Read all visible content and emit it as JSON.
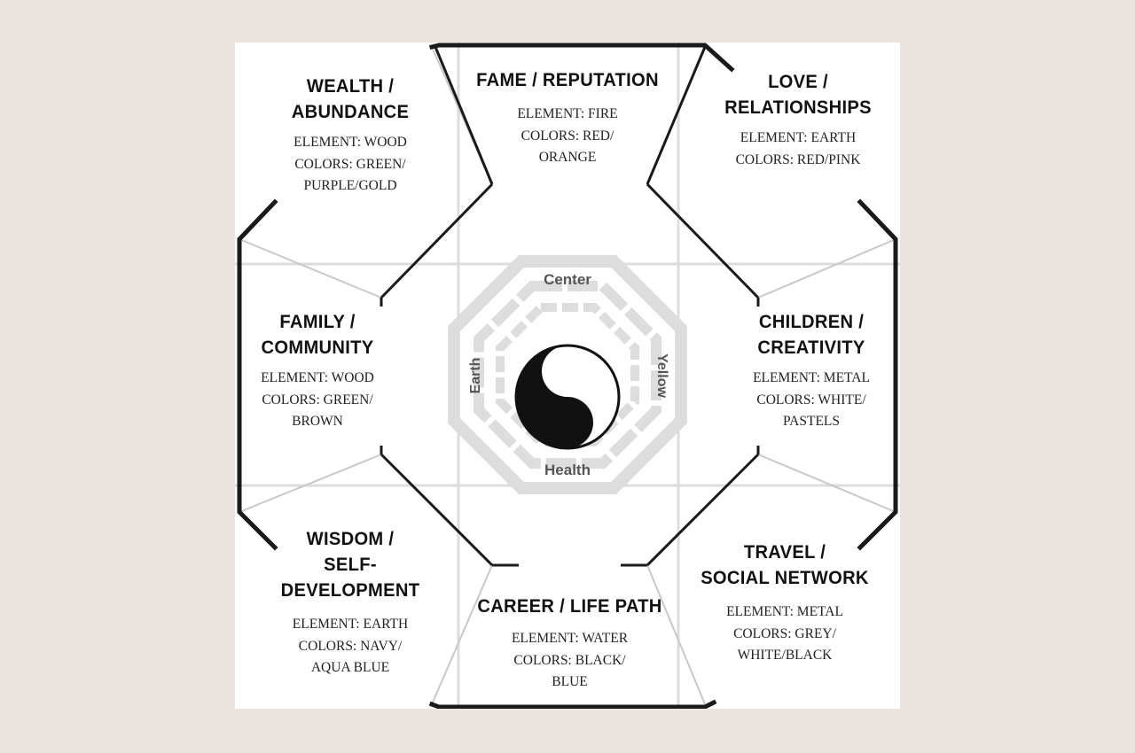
{
  "diagram": {
    "zones": {
      "wealth": {
        "title": [
          "WEALTH /",
          "ABUNDANCE"
        ],
        "detail": [
          "ELEMENT: WOOD",
          "COLORS: GREEN/",
          "PURPLE/GOLD"
        ]
      },
      "fame": {
        "title": [
          "FAME / REPUTATION"
        ],
        "detail": [
          "ELEMENT: FIRE",
          "COLORS: RED/",
          "ORANGE"
        ]
      },
      "love": {
        "title": [
          "LOVE /",
          "RELATIONSHIPS"
        ],
        "detail": [
          "ELEMENT: EARTH",
          "COLORS: RED/PINK"
        ]
      },
      "family": {
        "title": [
          "FAMILY /",
          "COMMUNITY"
        ],
        "detail": [
          "ELEMENT: WOOD",
          "COLORS: GREEN/",
          "BROWN"
        ]
      },
      "children": {
        "title": [
          "CHILDREN /",
          "CREATIVITY"
        ],
        "detail": [
          "ELEMENT: METAL",
          "COLORS: WHITE/",
          "PASTELS"
        ]
      },
      "wisdom": {
        "title": [
          "WISDOM /",
          "SELF-DEVELOPMENT"
        ],
        "detail": [
          "ELEMENT: EARTH",
          "COLORS: NAVY/",
          "AQUA BLUE"
        ]
      },
      "career": {
        "title": [
          "CAREER / LIFE PATH"
        ],
        "detail": [
          "ELEMENT: WATER",
          "COLORS: BLACK/",
          "BLUE"
        ]
      },
      "travel": {
        "title": [
          "TRAVEL /",
          "SOCIAL NETWORK"
        ],
        "detail": [
          "ELEMENT: METAL",
          "COLORS: GREY/",
          "WHITE/BLACK"
        ]
      }
    },
    "center": {
      "top_label": "Center",
      "bottom_label": "Health",
      "left_label": "Earth",
      "right_label": "Yellow"
    },
    "colors": {
      "background": "#ebe5e0",
      "board": "#ffffff",
      "outline": "#1a1a1a",
      "grid": "#dcdcdc",
      "trigram": "#dddddd"
    }
  }
}
